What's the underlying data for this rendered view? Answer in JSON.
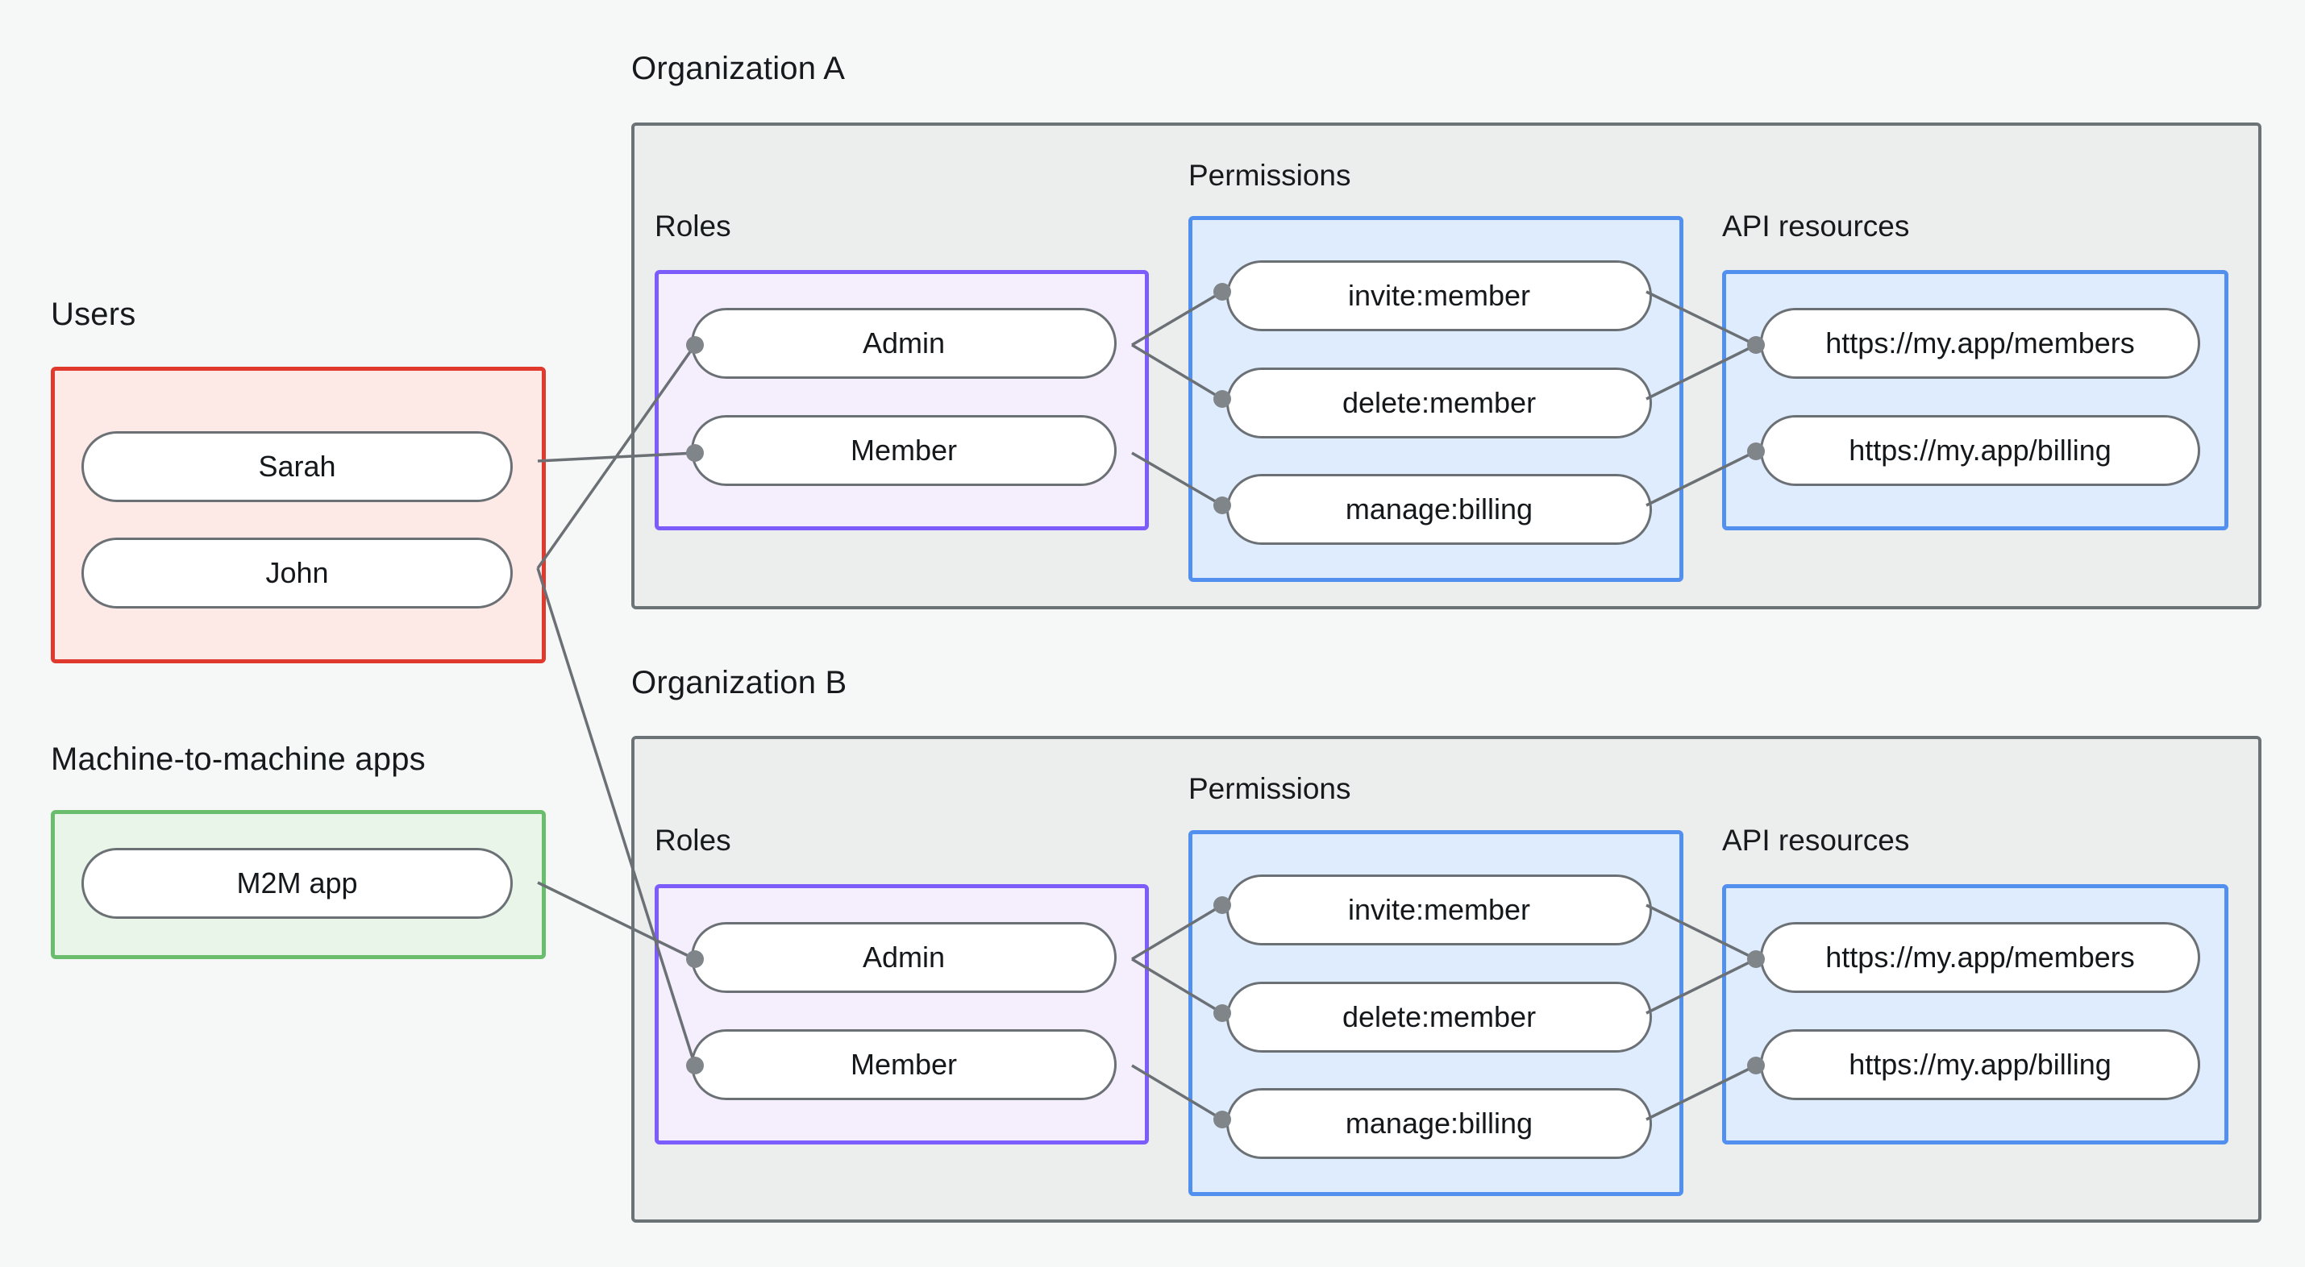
{
  "diagram": {
    "title_visible": false,
    "background_color": "#f6f8f8",
    "palette": {
      "users_border": "#e03a2f",
      "users_fill": "#fdeae7",
      "m2m_border": "#6bbd6e",
      "m2m_fill": "#e9f5e9",
      "roles_border": "#7c5cfa",
      "roles_fill": "#f4eefd",
      "permissions_border": "#5290ef",
      "permissions_fill": "#dfecfd",
      "api_border": "#5290ef",
      "api_fill": "#dfecfd",
      "org_border": "#6c7377",
      "org_fill": "#eceeed",
      "node_border": "#6b7075",
      "node_fill": "#ffffff",
      "edge_color": "#6b7075"
    }
  },
  "labels": {
    "users": "Users",
    "machine_to_machine": "Machine-to-machine apps",
    "organization_a": "Organization A",
    "organization_b": "Organization B",
    "roles_a": "Roles",
    "roles_b": "Roles",
    "permissions_a": "Permissions",
    "permissions_b": "Permissions",
    "api_resources_a": "API resources",
    "api_resources_b": "API resources"
  },
  "users": {
    "group_label": "Users",
    "items": [
      {
        "id": "sarah",
        "label": "Sarah"
      },
      {
        "id": "john",
        "label": "John"
      }
    ]
  },
  "m2m": {
    "group_label": "Machine-to-machine apps",
    "items": [
      {
        "id": "m2m-app",
        "label": "M2M app"
      }
    ]
  },
  "org_a": {
    "name": "Organization A",
    "roles": {
      "label": "Roles",
      "items": [
        {
          "id": "a-admin",
          "label": "Admin"
        },
        {
          "id": "a-member",
          "label": "Member"
        }
      ]
    },
    "permissions": {
      "label": "Permissions",
      "items": [
        {
          "id": "a-invite",
          "label": "invite:member"
        },
        {
          "id": "a-delete",
          "label": "delete:member"
        },
        {
          "id": "a-billing",
          "label": "manage:billing"
        }
      ]
    },
    "api_resources": {
      "label": "API resources",
      "items": [
        {
          "id": "a-members-url",
          "label": "https://my.app/members"
        },
        {
          "id": "a-billing-url",
          "label": "https://my.app/billing"
        }
      ]
    }
  },
  "org_b": {
    "name": "Organization B",
    "roles": {
      "label": "Roles",
      "items": [
        {
          "id": "b-admin",
          "label": "Admin"
        },
        {
          "id": "b-member",
          "label": "Member"
        }
      ]
    },
    "permissions": {
      "label": "Permissions",
      "items": [
        {
          "id": "b-invite",
          "label": "invite:member"
        },
        {
          "id": "b-delete",
          "label": "delete:member"
        },
        {
          "id": "b-billing",
          "label": "manage:billing"
        }
      ]
    },
    "api_resources": {
      "label": "API resources",
      "items": [
        {
          "id": "b-members-url",
          "label": "https://my.app/members"
        },
        {
          "id": "b-billing-url",
          "label": "https://my.app/billing"
        }
      ]
    }
  },
  "connections": [
    {
      "from": "sarah",
      "to": "a-member"
    },
    {
      "from": "john",
      "to": "a-admin"
    },
    {
      "from": "john",
      "to": "b-member"
    },
    {
      "from": "m2m-app",
      "to": "b-admin"
    },
    {
      "from": "a-admin",
      "to": "a-invite"
    },
    {
      "from": "a-admin",
      "to": "a-delete"
    },
    {
      "from": "a-member",
      "to": "a-billing"
    },
    {
      "from": "a-invite",
      "to": "a-members-url"
    },
    {
      "from": "a-delete",
      "to": "a-members-url"
    },
    {
      "from": "a-billing",
      "to": "a-billing-url"
    },
    {
      "from": "b-admin",
      "to": "b-invite"
    },
    {
      "from": "b-admin",
      "to": "b-delete"
    },
    {
      "from": "b-member",
      "to": "b-billing"
    },
    {
      "from": "b-invite",
      "to": "b-members-url"
    },
    {
      "from": "b-delete",
      "to": "b-members-url"
    },
    {
      "from": "b-billing",
      "to": "b-billing-url"
    }
  ]
}
